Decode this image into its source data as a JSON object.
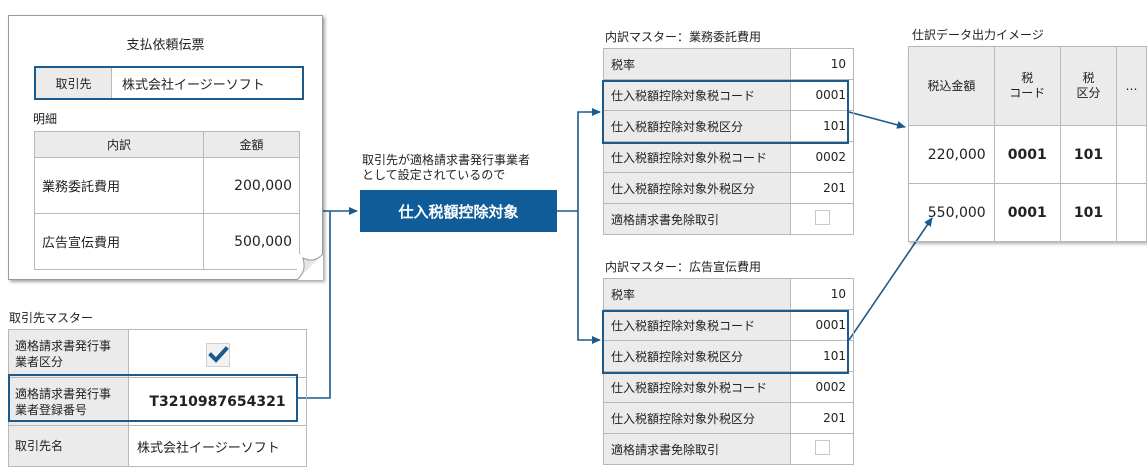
{
  "voucher": {
    "title": "支払依頼伝票",
    "vendor_label": "取引先",
    "vendor_value": "株式会社イージーソフト",
    "detail_label": "明細",
    "columns": [
      "内訳",
      "金額"
    ],
    "rows": [
      {
        "item": "業務委託費用",
        "amount": "200,000"
      },
      {
        "item": "広告宣伝費用",
        "amount": "500,000"
      }
    ]
  },
  "vendor_master": {
    "title": "取引先マスター",
    "rows": [
      {
        "key": "適格請求書発行事業者区分",
        "value": "",
        "type": "checkbox",
        "checked": true
      },
      {
        "key": "適格請求書発行事業者登録番号",
        "value": "T3210987654321",
        "type": "text"
      },
      {
        "key": "取引先名",
        "value": "株式会社イージーソフト",
        "type": "text"
      }
    ]
  },
  "decision": {
    "note_line1": "取引先が適格請求書発行事業者",
    "note_line2": "として設定されているので",
    "label": "仕入税額控除対象",
    "color": "#0f5c99"
  },
  "masters": [
    {
      "title": "内訳マスター：業務委託費用",
      "rows": [
        {
          "key": "税率",
          "value": "10"
        },
        {
          "key": "仕入税額控除対象税コード",
          "value": "0001"
        },
        {
          "key": "仕入税額控除対象税区分",
          "value": "101"
        },
        {
          "key": "仕入税額控除対象外税コード",
          "value": "0002"
        },
        {
          "key": "仕入税額控除対象外税区分",
          "value": "201"
        },
        {
          "key": "適格請求書免除取引",
          "value": "",
          "type": "checkbox"
        }
      ]
    },
    {
      "title": "内訳マスター：広告宣伝費用",
      "rows": [
        {
          "key": "税率",
          "value": "10"
        },
        {
          "key": "仕入税額控除対象税コード",
          "value": "0001"
        },
        {
          "key": "仕入税額控除対象税区分",
          "value": "101"
        },
        {
          "key": "仕入税額控除対象外税コード",
          "value": "0002"
        },
        {
          "key": "仕入税額控除対象外税区分",
          "value": "201"
        },
        {
          "key": "適格請求書免除取引",
          "value": "",
          "type": "checkbox"
        }
      ]
    }
  ],
  "output": {
    "title": "仕訳データ出力イメージ",
    "headers": [
      {
        "line1": "税込金額",
        "line2": ""
      },
      {
        "line1": "税",
        "line2": "コード"
      },
      {
        "line1": "税",
        "line2": "区分"
      },
      {
        "line1": "…",
        "line2": ""
      }
    ],
    "rows": [
      {
        "amount": "220,000",
        "tax_code": "0001",
        "tax_class": "101",
        "more": ""
      },
      {
        "amount": "550,000",
        "tax_code": "0001",
        "tax_class": "101",
        "more": ""
      }
    ]
  },
  "colors": {
    "accent": "#0f5c99",
    "line": "#1c5a8c",
    "header_bg": "#ebebeb",
    "check": "#1c5a8c"
  }
}
